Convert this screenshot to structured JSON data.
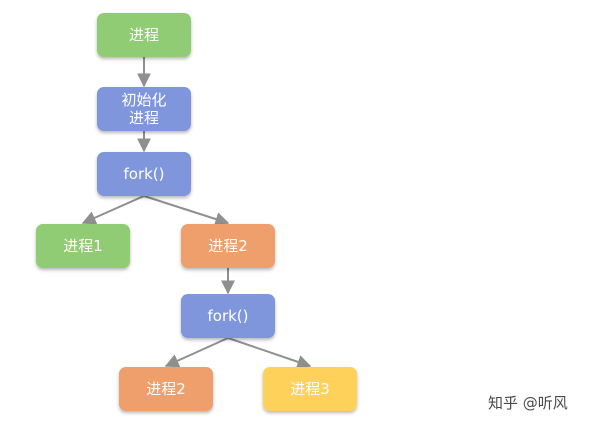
{
  "colors": {
    "green": "#8fcc73",
    "blue": "#7f95dc",
    "orange": "#ee9f6c",
    "yellow": "#fdd15a",
    "edge": "#8f8f8f",
    "text": "#ffffff"
  },
  "nodes": [
    {
      "id": "process-root",
      "lines": [
        "进程"
      ],
      "color": "green"
    },
    {
      "id": "init-process",
      "lines": [
        "初始化",
        "进程"
      ],
      "color": "blue"
    },
    {
      "id": "fork-1",
      "lines": [
        "fork()"
      ],
      "color": "blue"
    },
    {
      "id": "process-1",
      "lines": [
        "进程1"
      ],
      "color": "green"
    },
    {
      "id": "process-2",
      "lines": [
        "进程2"
      ],
      "color": "orange"
    },
    {
      "id": "fork-2",
      "lines": [
        "fork()"
      ],
      "color": "blue"
    },
    {
      "id": "process-2-child",
      "lines": [
        "进程2"
      ],
      "color": "orange"
    },
    {
      "id": "process-3",
      "lines": [
        "进程3"
      ],
      "color": "yellow"
    }
  ],
  "edges": [
    {
      "from": "process-root",
      "to": "init-process"
    },
    {
      "from": "init-process",
      "to": "fork-1"
    },
    {
      "from": "fork-1",
      "to": "process-1"
    },
    {
      "from": "fork-1",
      "to": "process-2"
    },
    {
      "from": "process-2",
      "to": "fork-2"
    },
    {
      "from": "fork-2",
      "to": "process-2-child"
    },
    {
      "from": "fork-2",
      "to": "process-3"
    }
  ],
  "watermark": {
    "text": "知乎 @听风"
  }
}
